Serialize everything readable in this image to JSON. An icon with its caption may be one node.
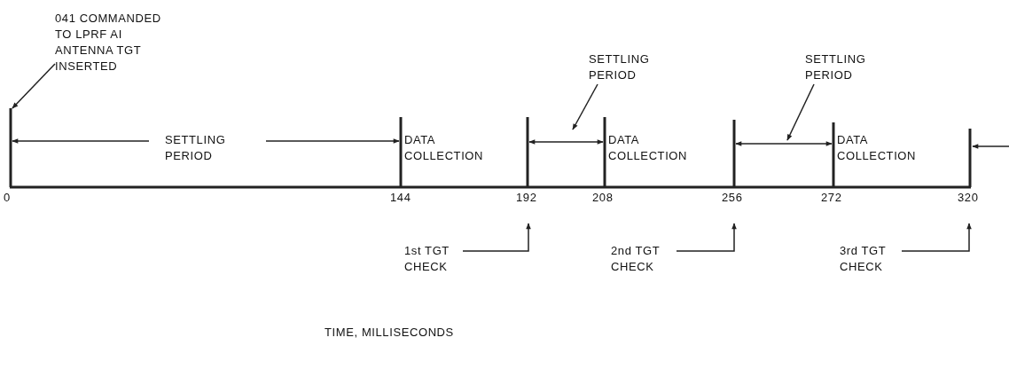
{
  "diagram": {
    "nodes": [
      {
        "text": [
          "041 COMMANDED TO LPRF AI ANTENNA TGT INSERTED"
        ]
      },
      {
        "text": [
          "SETTLING PERIOD"
        ]
      },
      {
        "text": [
          "SETTLING PERIOD"
        ]
      },
      {
        "text": [
          "1st TGT CHECK"
        ]
      },
      {
        "text": [
          "2nd TGT CHECK"
        ]
      },
      {
        "text": [
          "3rd TGT CHECK"
        ]
      }
    ],
    "edges": [
      {
        "from": 0,
        "to": null,
        "arrow": "to"
      },
      {
        "from": 1,
        "to": null,
        "arrow": "to"
      },
      {
        "from": 2,
        "to": null,
        "arrow": "to"
      },
      {
        "from": 3,
        "to": null,
        "arrow": "to"
      },
      {
        "from": 4,
        "to": null,
        "arrow": "to"
      },
      {
        "from": 5,
        "to": null,
        "arrow": "to"
      }
    ],
    "labels": [
      "SETTLING PERIOD",
      "DATA COLLECTION",
      "DATA COLLECTION",
      "DATA COLLECTION",
      "0",
      "144",
      "192",
      "208",
      "256",
      "272",
      "320",
      "TIME, MILLISECONDS"
    ]
  }
}
